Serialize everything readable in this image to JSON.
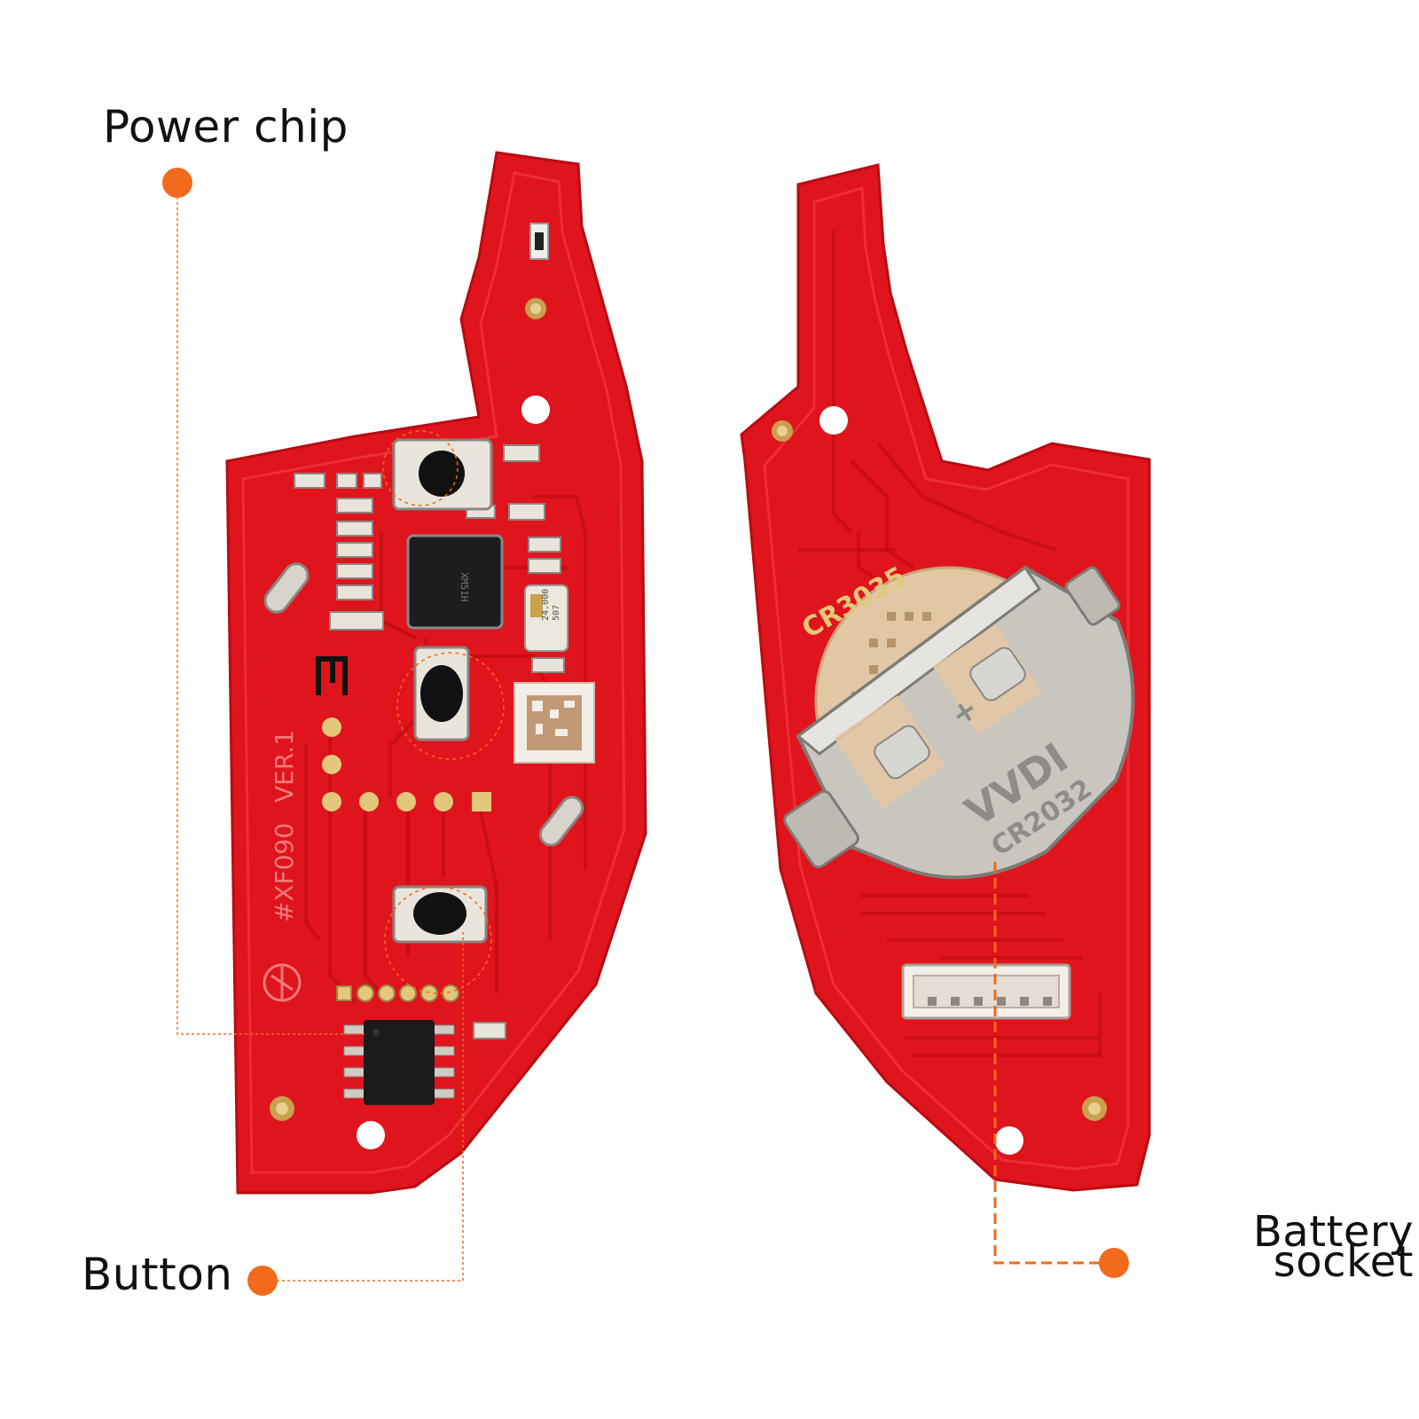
{
  "labels": {
    "power_chip": "Power chip",
    "button": "Button",
    "battery_socket_line1": "Battery",
    "battery_socket_line2": "socket"
  },
  "board_markings": {
    "model": "#XF090",
    "version": "VER.1",
    "battery_model": "CR3035",
    "brand": "VVDI",
    "battery_clip_model": "CR2032",
    "crystal_freq": "24.000",
    "crystal_code": "507"
  },
  "colors": {
    "pcb_red": "#e0141c",
    "pcb_edge": "#b80c12",
    "trace_red": "#c70d14",
    "callout_orange": "#f26a1b",
    "label_text": "#111111"
  }
}
